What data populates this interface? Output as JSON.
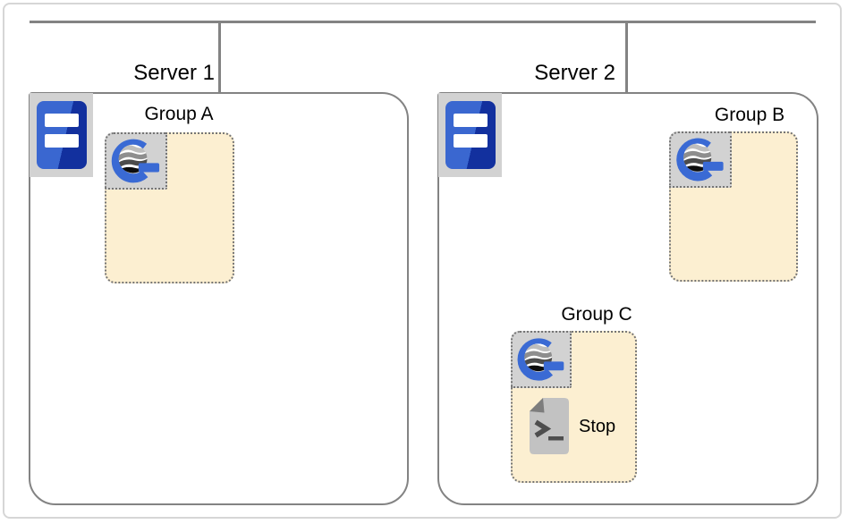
{
  "diagram_title": "",
  "servers": [
    {
      "name": "Server 1"
    },
    {
      "name": "Server 2"
    }
  ],
  "groups": [
    {
      "name": "Group A",
      "host": "Server 1"
    },
    {
      "name": "Group B",
      "host": "Server 2"
    },
    {
      "name": "Group C",
      "host": "Server 2",
      "script_action": "Stop"
    }
  ],
  "script": {
    "label": "Stop"
  },
  "icons": {
    "server": "server-tower-icon",
    "group": "glassfish-g-globe-icon",
    "script": "script-file-icon"
  },
  "colors": {
    "connector_line": "#838383",
    "box_border": "#838383",
    "page_frame": "#d6d6d6",
    "group_fill": "#fcefd1",
    "dotted_border": "#757575",
    "icon_background": "#d2d2d2",
    "logo_blue": "#3a6ad4",
    "server_blue_light": "#3a67d0",
    "server_blue_dark": "#12309e",
    "document_gray": "#c2c2c2",
    "document_fold": "#7d7d7d",
    "glyph_gray": "#4e4e4e",
    "text": "#000000"
  }
}
